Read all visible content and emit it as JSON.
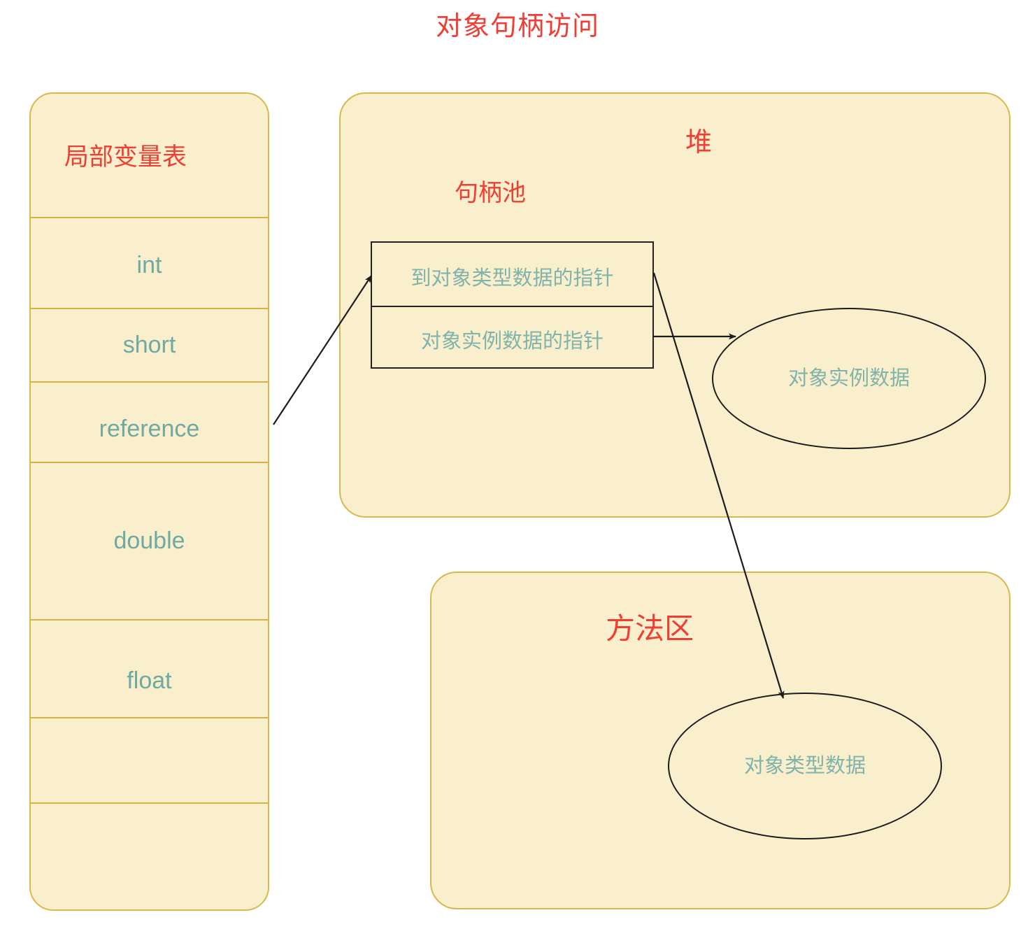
{
  "title": "对象句柄访问",
  "colors": {
    "red_label": "#ef3e33",
    "teal_text": "#7fb3ab",
    "panel_fill": "#faefcd",
    "panel_border": "#d9b84c",
    "divider": "#d6b244",
    "arrow": "#1c1c1c",
    "background": "#ffffff"
  },
  "stack": {
    "label": "局部变量表",
    "slots": [
      {
        "label": "int"
      },
      {
        "label": "short"
      },
      {
        "label": "reference"
      },
      {
        "label": "double"
      },
      {
        "label": "float"
      },
      {
        "label": ""
      },
      {
        "label": ""
      }
    ]
  },
  "heap": {
    "label": "堆",
    "handle_pool": {
      "label": "句柄池",
      "rows": [
        {
          "label": "到对象类型数据的指针"
        },
        {
          "label": "对象实例数据的指针"
        }
      ]
    },
    "instance_data": {
      "label": "对象实例数据"
    }
  },
  "method_area": {
    "label": "方法区",
    "type_data": {
      "label": "对象类型数据"
    }
  },
  "arrows": [
    {
      "name": "reference-to-handle-pool",
      "from": "reference",
      "to": "handle-pool"
    },
    {
      "name": "instance-pointer-to-instance-data",
      "from": "handle-pool",
      "to": "instance-data"
    },
    {
      "name": "type-pointer-to-type-data",
      "from": "handle-pool",
      "to": "type-data"
    }
  ]
}
